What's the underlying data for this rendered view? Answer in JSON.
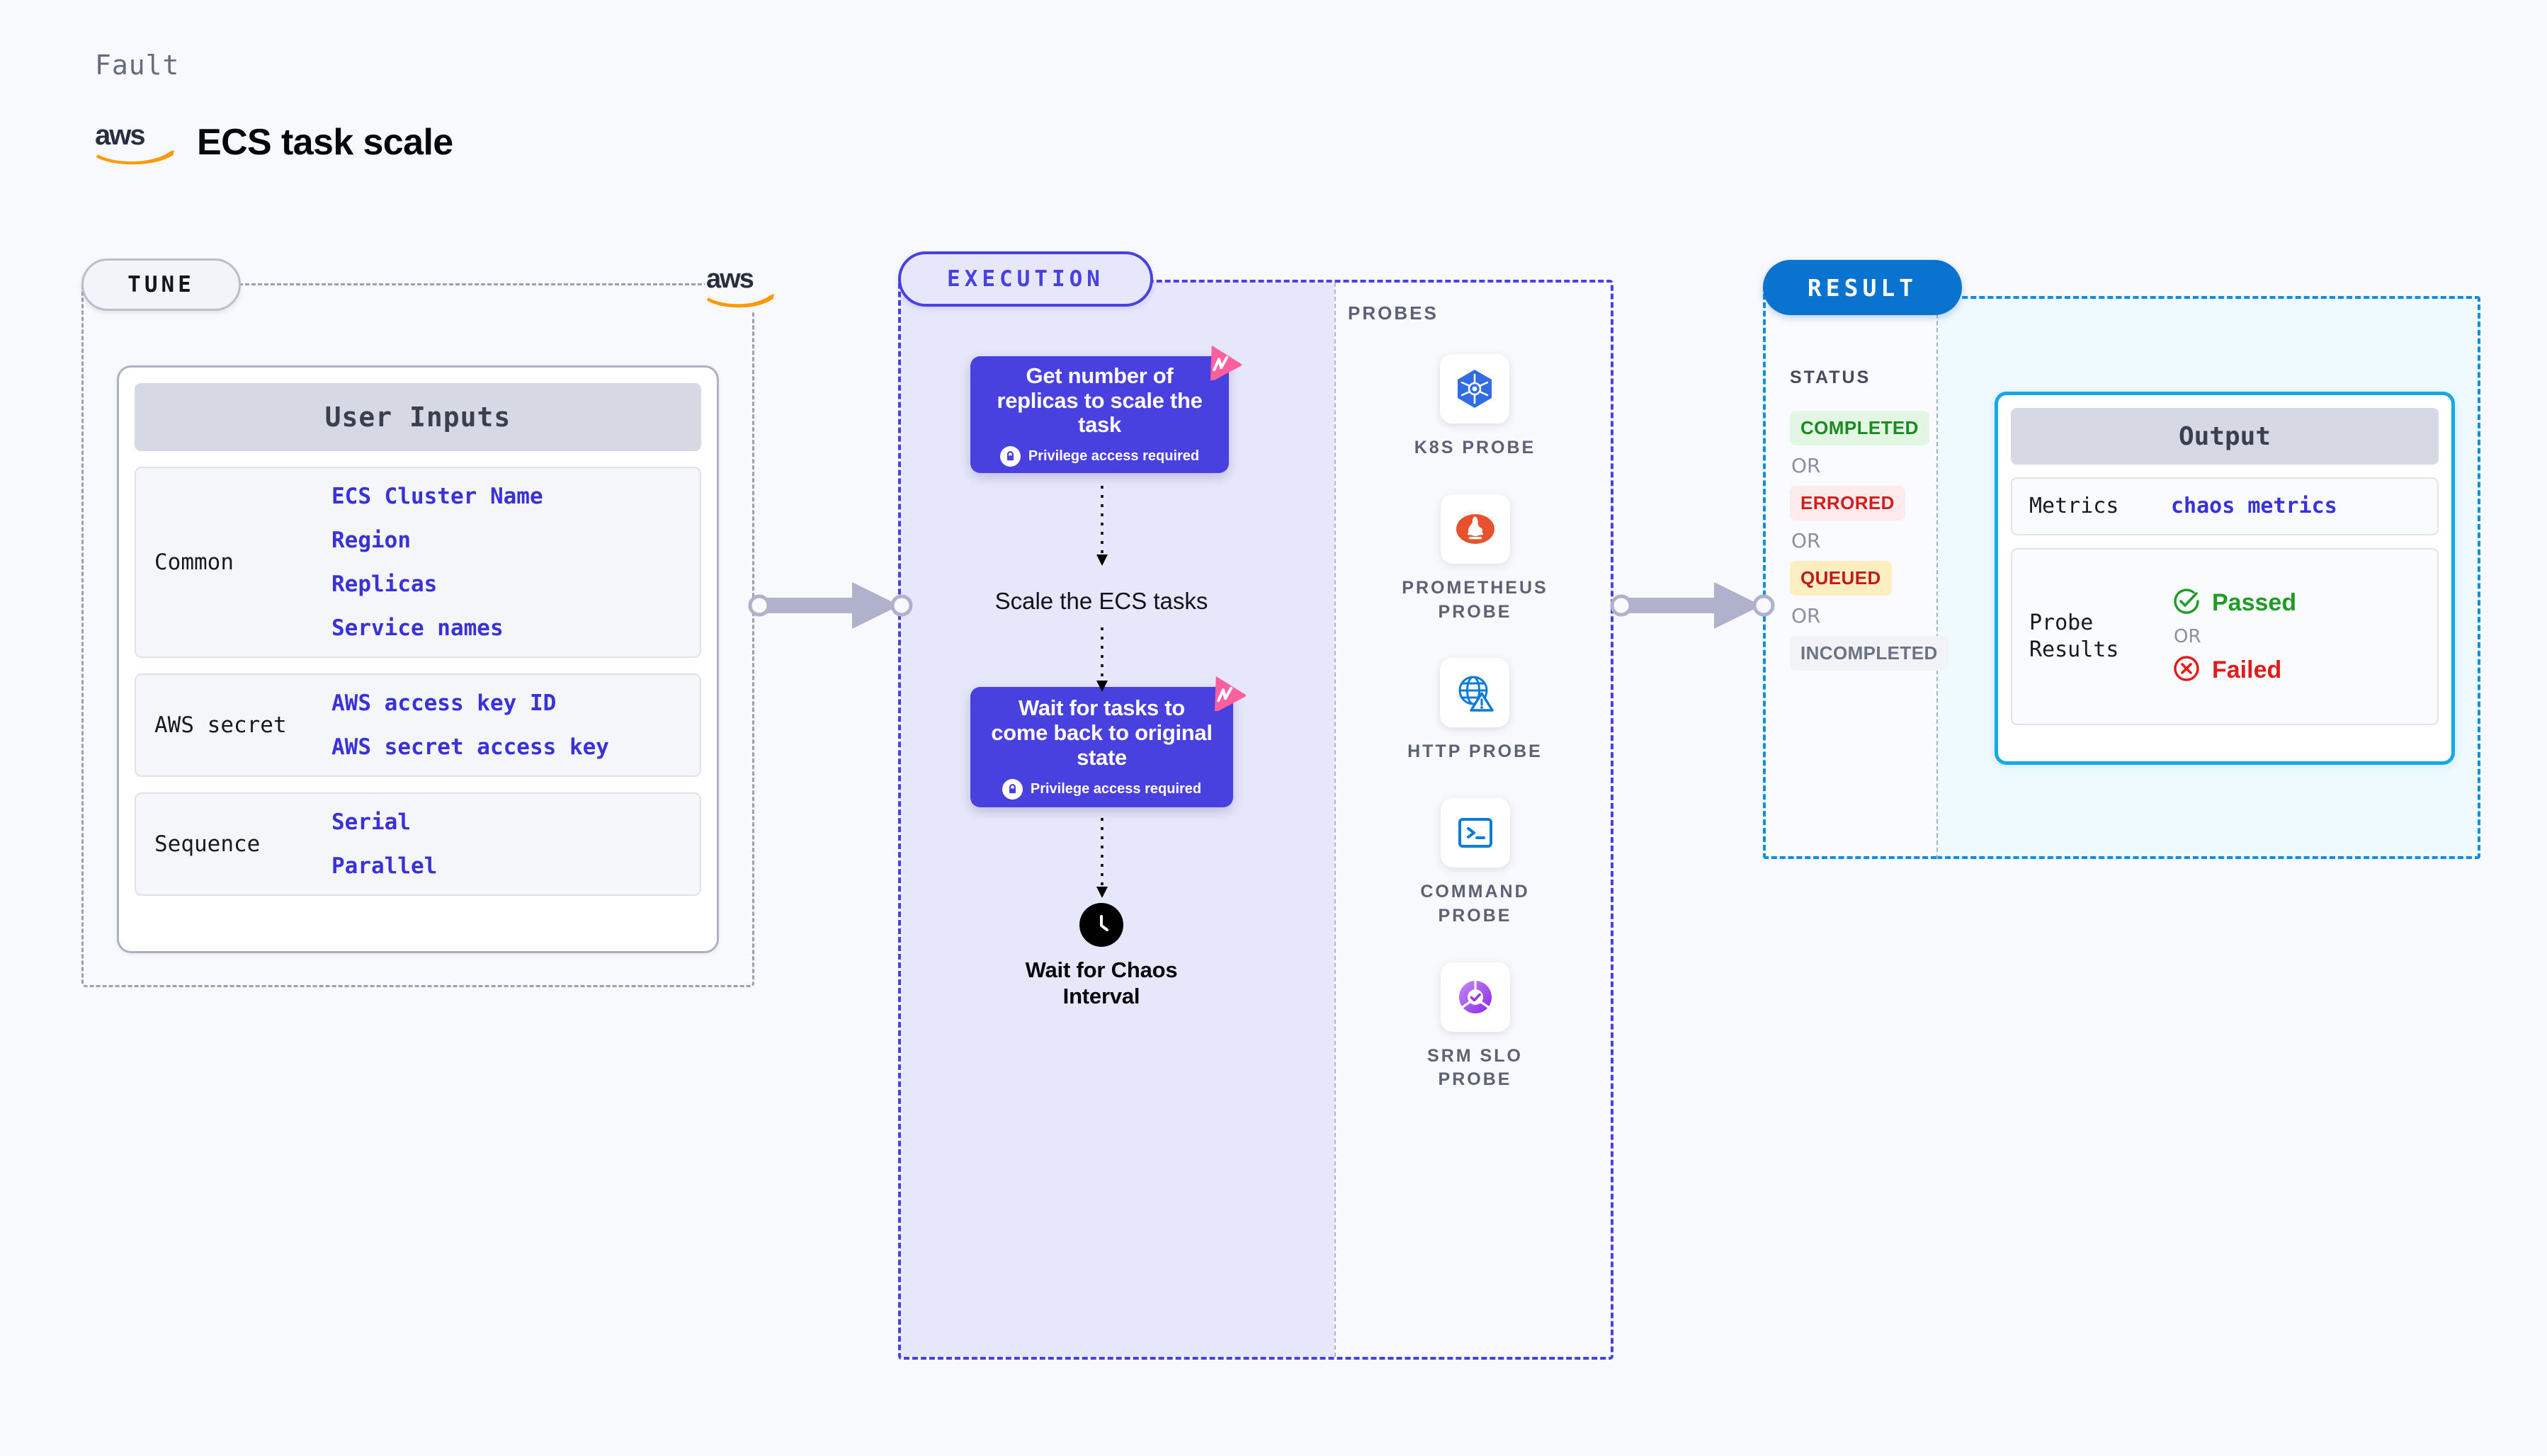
{
  "header": {
    "kicker": "Fault",
    "title": "ECS task scale",
    "brand_icon": "aws-logo"
  },
  "tune": {
    "badge": "TUNE",
    "corner_brand_icon": "aws-logo",
    "card_header": "User Inputs",
    "groups": [
      {
        "name": "Common",
        "values": [
          "ECS Cluster Name",
          "Region",
          "Replicas",
          "Service names"
        ]
      },
      {
        "name": "AWS secret",
        "values": [
          "AWS access key ID",
          "AWS secret access key"
        ]
      },
      {
        "name": "Sequence",
        "values": [
          "Serial",
          "Parallel"
        ]
      }
    ]
  },
  "execution": {
    "badge": "EXECUTION",
    "cards": [
      {
        "title": "Get number of replicas to scale the task",
        "privilege": "Privilege access required",
        "privilege_icon": "lock-icon",
        "corner_icon": "litmus-flag-icon"
      },
      {
        "title": "Wait for tasks to come back to original state",
        "privilege": "Privilege access required",
        "privilege_icon": "lock-icon",
        "corner_icon": "litmus-flag-icon"
      }
    ],
    "step_label": "Scale the ECS tasks",
    "wait": {
      "icon": "clock-icon",
      "label": "Wait for Chaos Interval"
    }
  },
  "probes": {
    "label": "PROBES",
    "items": [
      {
        "name": "K8S PROBE",
        "icon": "kubernetes-icon"
      },
      {
        "name": "PROMETHEUS PROBE",
        "icon": "prometheus-icon"
      },
      {
        "name": "HTTP PROBE",
        "icon": "http-globe-warning-icon"
      },
      {
        "name": "COMMAND PROBE",
        "icon": "terminal-icon"
      },
      {
        "name": "SRM SLO PROBE",
        "icon": "srm-slo-icon"
      }
    ]
  },
  "result": {
    "badge": "RESULT",
    "status_label": "STATUS",
    "or_text": "OR",
    "statuses": [
      {
        "label": "COMPLETED",
        "bg": "#e2f6e3",
        "color": "#1b8a23"
      },
      {
        "label": "ERRORED",
        "bg": "#fdeaea",
        "color": "#cf2020"
      },
      {
        "label": "QUEUED",
        "bg": "#fdeec1",
        "color": "#c21a1a"
      },
      {
        "label": "INCOMPLETED",
        "bg": "#f2f3f7",
        "color": "#6c7384"
      }
    ],
    "output": {
      "header": "Output",
      "metrics_key": "Metrics",
      "metrics_value": "chaos metrics",
      "probe_results_key": "Probe Results",
      "or_text": "OR",
      "passed": {
        "label": "Passed",
        "color": "#1f9c28",
        "icon": "check-circle-icon"
      },
      "failed": {
        "label": "Failed",
        "color": "#e01b1b",
        "icon": "x-circle-icon"
      }
    }
  },
  "connectors": [
    {
      "name": "tune-to-execution"
    },
    {
      "name": "execution-to-result"
    }
  ],
  "colors": {
    "page_bg": "#f8f9fd",
    "indigo": "#4940e0",
    "exec_fill": "#e6e7fa",
    "result_blue": "#0a72cf",
    "output_cyan": "#15a8e8",
    "output_bg": "#eefaff",
    "pink_flag": "#ff5f9e",
    "aws_orange": "#ff9900"
  }
}
